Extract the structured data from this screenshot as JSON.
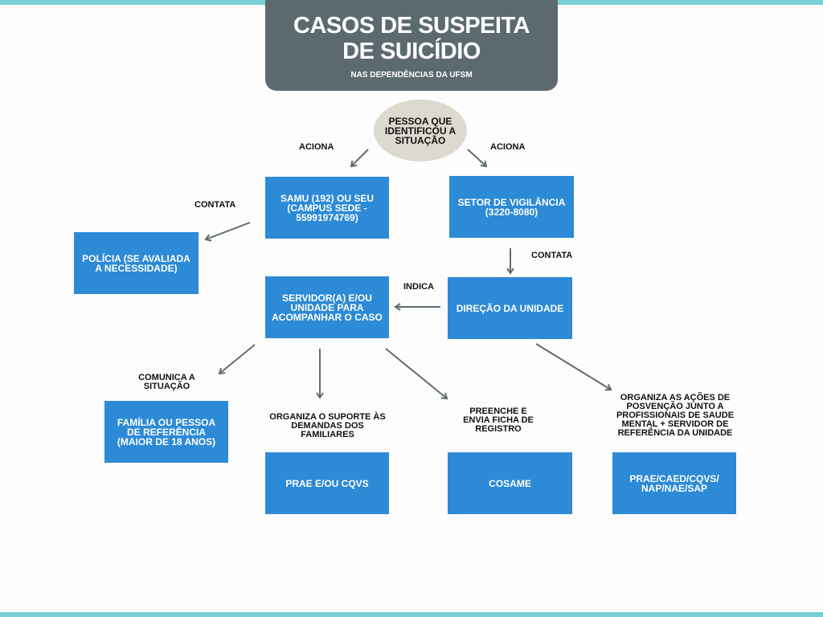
{
  "header": {
    "title_line1": "CASOS DE  SUSPEITA",
    "title_line2": "DE SUICÍDIO",
    "subtitle": "NAS DEPENDÊNCIAS DA UFSM"
  },
  "nodes": {
    "start": "PESSOA QUE IDENTIFICOU A SITUAÇÃO",
    "samu": "SAMU (192) OU SEU (CAMPUS SEDE - 55991974769)",
    "vigilancia": "SETOR DE VIGILÂNCIA (3220-8080)",
    "policia": "POLÍCIA (SE AVALIADA A NECESSIDADE)",
    "servidor": "SERVIDOR(A) E/OU UNIDADE PARA ACOMPANHAR O CASO",
    "direcao": "DIREÇÃO DA UNIDADE",
    "familia": "FAMÍLIA OU PESSOA DE REFERÊNCIA (MAIOR DE 18 ANOS)",
    "prae_cqvs": "PRAE E/OU CQVS",
    "cosame": "COSAME",
    "prae_multi": "PRAE/CAED/CQVS/ NAP/NAE/SAP"
  },
  "edge_labels": {
    "aciona_left": "ACIONA",
    "aciona_right": "ACIONA",
    "contata_policia": "CONTATA",
    "contata_direcao": "CONTATA",
    "indica": "INDICA",
    "comunica": "COMUNICA A SITUAÇÃO",
    "organiza_suporte": "ORGANIZA O SUPORTE ÀS DEMANDAS DOS FAMILIARES",
    "preenche": "PREENCHE E ENVIA FICHA DE REGISTRO",
    "organiza_acoes": "ORGANIZA AS AÇÕES DE POSVENÇÃO JUNTO A PROFISSIONAIS DE SAUDE MENTAL + SERVIDOR DE REFERÊNCIA DA UNIDADE"
  },
  "colors": {
    "header_bg": "#5c6a70",
    "box_bg": "#2d8ad6",
    "oval_bg": "#dcd9cf",
    "stripe": "#78cfd6",
    "arrow": "#5f6b70"
  }
}
